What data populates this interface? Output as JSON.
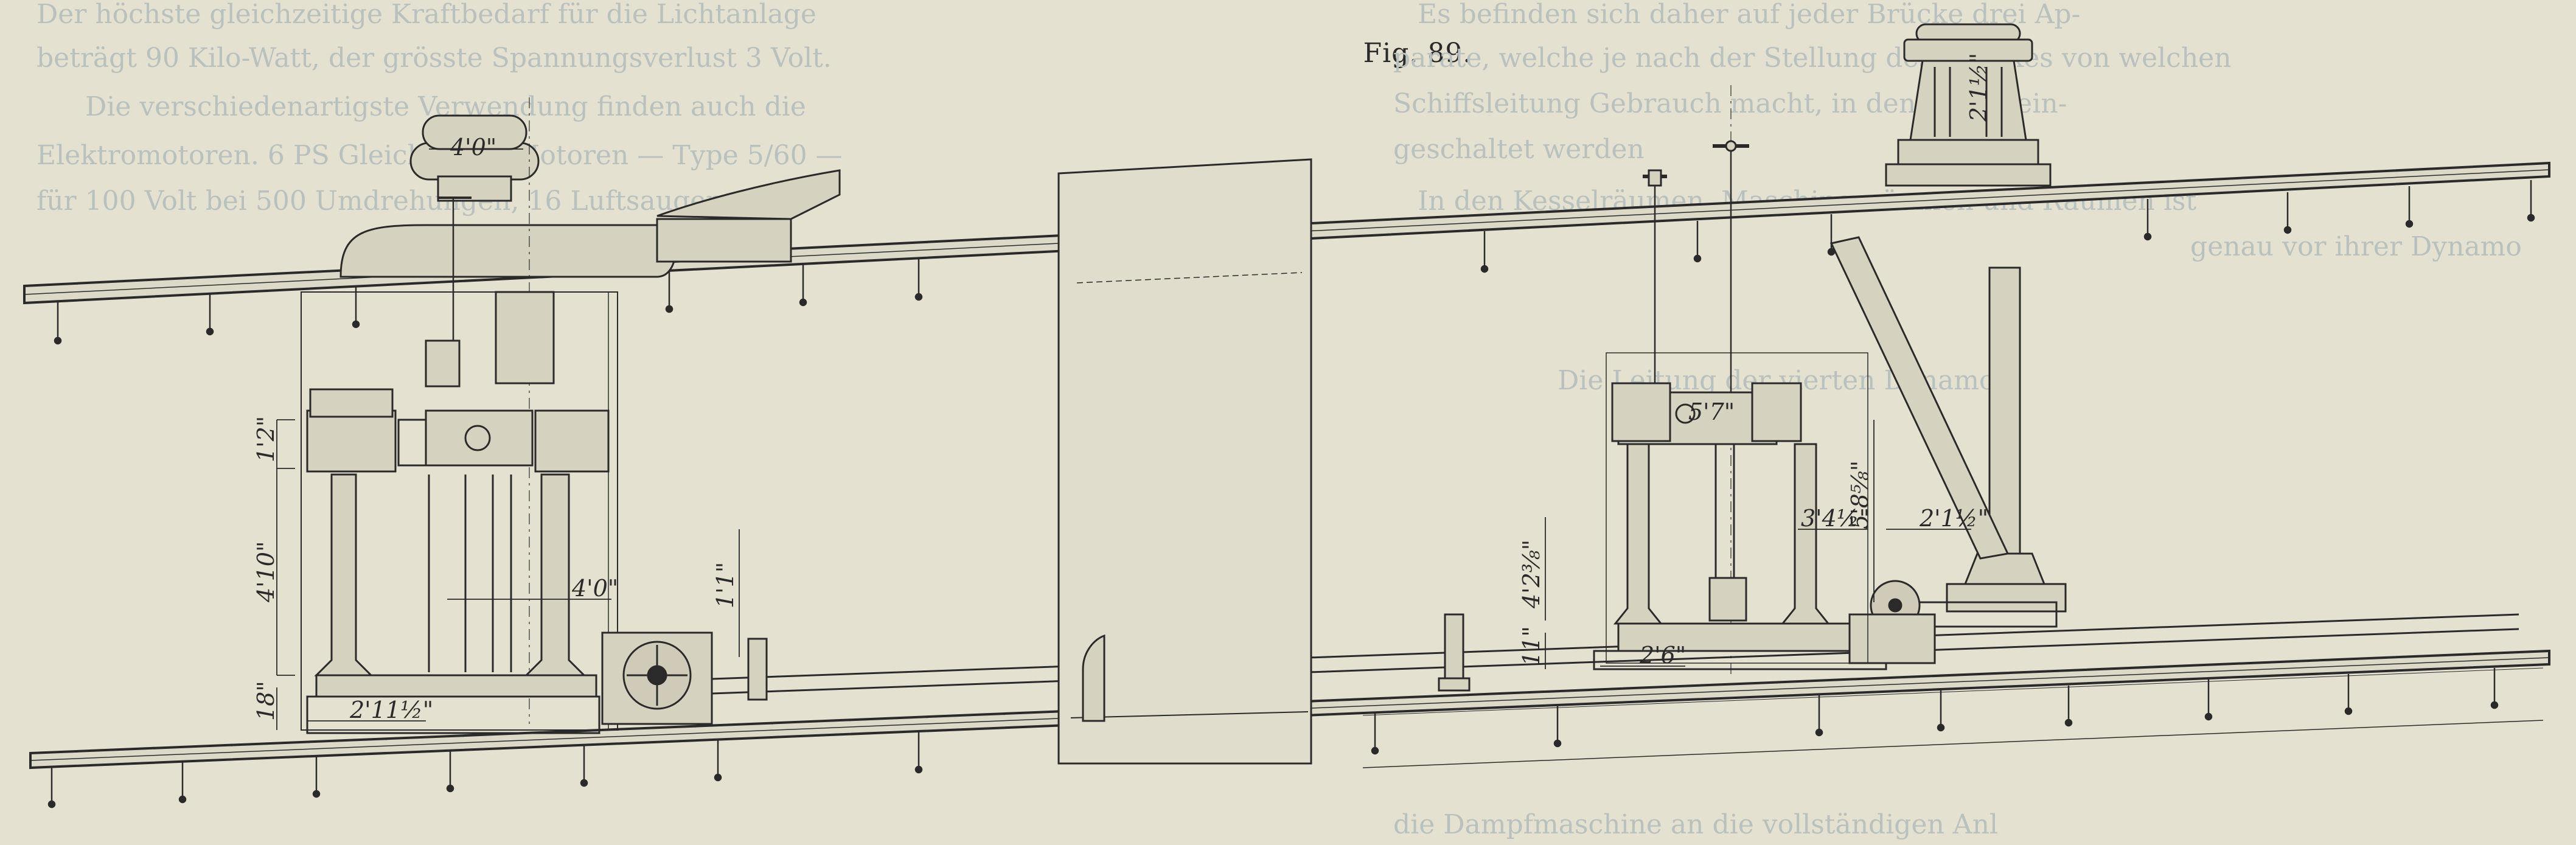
{
  "caption": "Fig. 89.",
  "colors": {
    "paper": "#e4e1d1",
    "ink": "#2a2a2a",
    "bleed": "#b9c1bf"
  },
  "dimensions": {
    "top_left_width": "4'0\"",
    "top_right_width": "2'1½\"",
    "left_height_upper": "1'2\"",
    "left_height_total": "4'10\"",
    "left_center_height": "1'1\"",
    "left_span": "4'0\"",
    "left_base_height": "18\"",
    "left_base_width": "2'11½\"",
    "right_height": "4'2⅜\"",
    "right_base_height": "11\"",
    "right_base_width": "2'6\"",
    "right_cyl_width": "5'7\"",
    "right_tall": "5'8⅝\"",
    "right_offset_a": "3'4½\"",
    "right_offset_b": "2'1½\""
  },
  "bleed_text": [
    "Der höchste gleichzeitige Kraftbedarf für die Lichtanlage",
    "beträgt 90 Kilo-Watt, der grösste Spannungsverlust 3 Volt.",
    "Die verschiedenartigste Verwendung finden auch die",
    "Elektromotoren. 6 PS Gleichstrom-Motoren — Type 5/60 —",
    "für 100 Volt bei 500 Umdrehungen, 16 Luftsauger",
    "Es befinden sich daher auf jeder Brücke drei Ap-",
    "parate, welche je nach der Stellung des Druckes von welchen",
    "Schiffsleitung Gebrauch macht, in den Strom ein-",
    "geschaltet werden",
    "In den Kesselräumen, Maschinenräumen und Räumen ist",
    "genau vor ihrer Dynamo",
    "Die Leitung der vierten Dynamo",
    "die Dampfmaschine an die vollständigen Anl"
  ]
}
